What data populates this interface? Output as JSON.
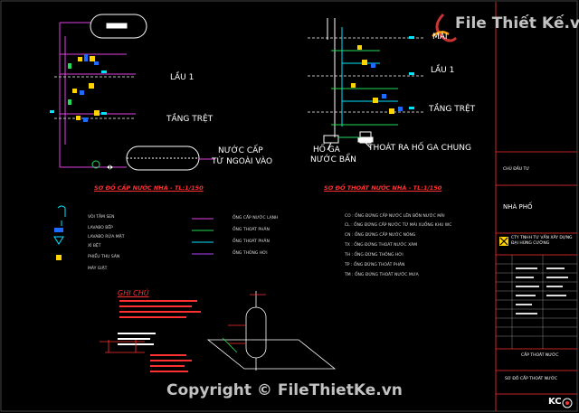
{
  "watermark": {
    "logo_text": "File Thiết Kế.vn",
    "copyright": "Copyright © FileThietKe.vn"
  },
  "left_diagram": {
    "floor_lau1": "LẦU 1",
    "floor_tangtret": "TẦNG TRỆT",
    "supply_label_1": "NƯỚC CẤP",
    "supply_label_2": "TỪ NGOÀI VÀO",
    "title": "SƠ ĐỒ CẤP NƯỚC NHÀ - TL:1/150"
  },
  "right_diagram": {
    "floor_mai": "MÁI",
    "floor_lau1": "LẦU 1",
    "floor_tangtret": "TẦNG TRỆT",
    "hoga_1": "HỐ GA",
    "hoga_2": "NƯỚC BẨN",
    "outlet": "THOÁT RA HỐ GA CHUNG",
    "title": "SƠ ĐỒ THOÁT NƯỚC NHÀ - TL:1/150"
  },
  "legend_left": [
    "VÒI TẮM SEN",
    "LAVABO BẾP",
    "LAVABO RỬA MẶT",
    "XÍ BỆT",
    "PHIỂU THU SÀN",
    "MÁY GIẶT"
  ],
  "legend_mid": [
    "ỐNG CẤP NƯỚC LẠNH",
    "ỐNG THOÁT PHÂN",
    "ỐNG THOÁT PHÂN",
    "ỐNG THÔNG HƠI"
  ],
  "legend_right": [
    "CO : ỐNG ĐỨNG CẤP NƯỚC LÊN BỒN NƯỚC MÁI",
    "CL : ỐNG ĐỨNG CẤP NƯỚC TỪ MÁI XUỐNG KHU WC",
    "CN : ỐNG ĐỨNG CẤP NƯỚC NÓNG",
    "TX : ỐNG ĐỨNG THOÁT NƯỚC XÁM",
    "TH : ỐNG ĐỨNG THÔNG HƠI",
    "TP : ỐNG ĐỨNG THOÁT PHÂN",
    "TM : ỐNG ĐỨNG THOÁT NƯỚC MƯA"
  ],
  "notes": {
    "heading": "GHI CHÚ"
  },
  "title_block": {
    "owner_label": "CHỦ ĐẦU TƯ",
    "project": "NHÀ PHỐ",
    "company_1": "CTY TNHH TƯ VẤN XÂY DỰNG",
    "company_2": "ĐẠI HÙNG CƯỜNG",
    "sheet_title": "CẤP THOÁT NƯỚC",
    "sheet_subtitle": "SƠ ĐỒ CẤP THOÁT NƯỚC",
    "logo": "KC"
  }
}
